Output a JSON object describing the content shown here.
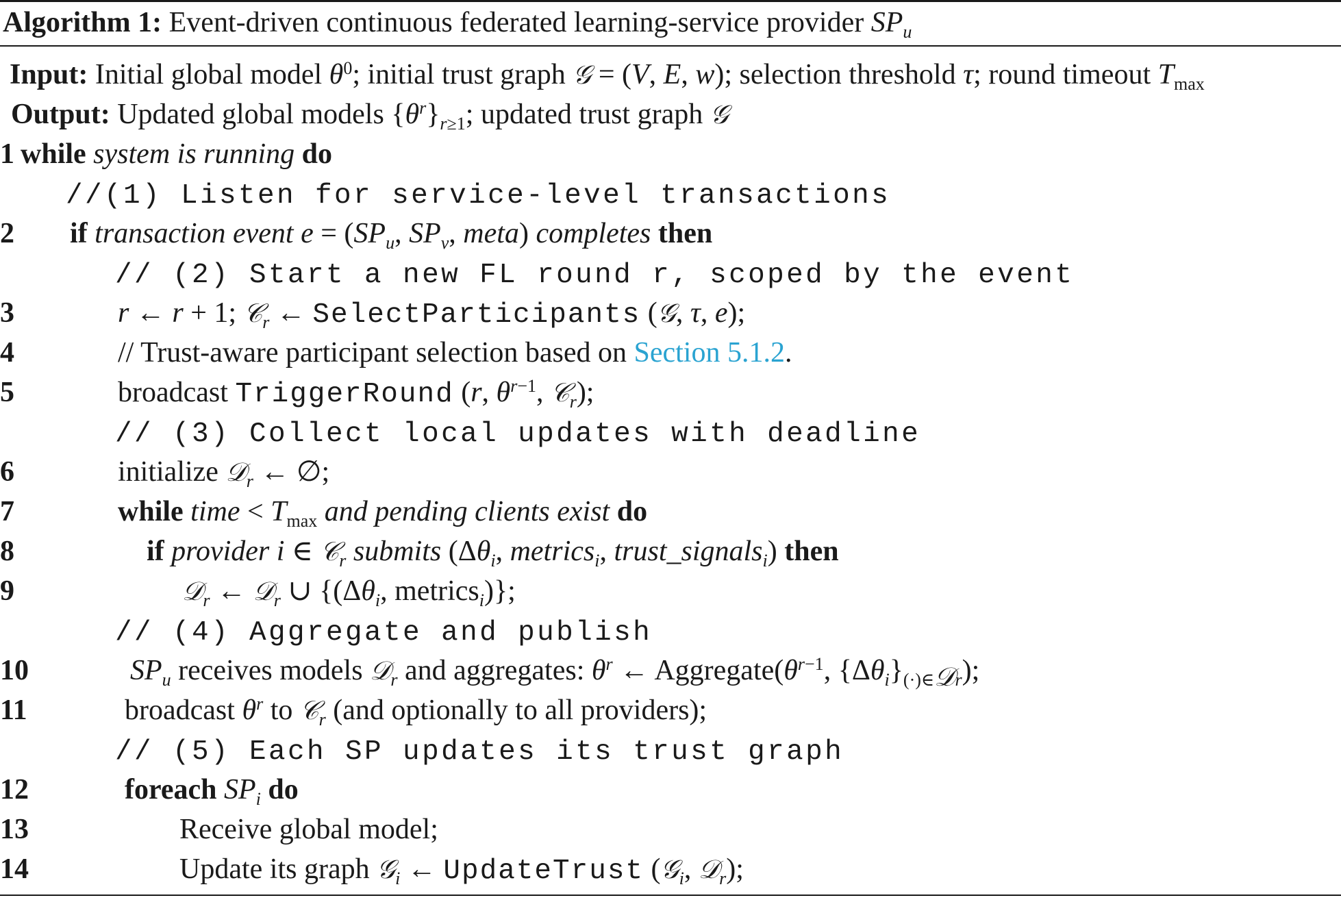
{
  "caption": {
    "label": "Algorithm 1:",
    "title": "Event-driven continuous federated learning-service provider ",
    "title_symbol": "SP",
    "title_symbol_sub": "u"
  },
  "io": {
    "input_label": "Input:",
    "input_text": "Initial global model θ⁰; initial trust graph 𝒢 = (V, E, w); selection threshold τ; round timeout Tmax",
    "output_label": "Output:",
    "output_text": "Updated global models {θʳ}r≥1; updated trust graph 𝒢"
  },
  "lines": [
    {
      "num": "1",
      "text": "while system is running do"
    },
    {
      "num": "",
      "text": "//(1) Listen for service-level transactions"
    },
    {
      "num": "2",
      "text": "if transaction event e = (SPu, SPv, meta) completes then"
    },
    {
      "num": "",
      "text": "// (2) Start a new FL round r, scoped by the event"
    },
    {
      "num": "3",
      "text": "r ← r + 1; Cr ← SelectParticipants (𝒢, τ, e);"
    },
    {
      "num": "4",
      "text": "// Trust-aware participant selection based on Section 5.1.2."
    },
    {
      "num": "5",
      "text": "broadcast TriggerRound (r, θ^(r−1), Cr);"
    },
    {
      "num": "",
      "text": "// (3) Collect local updates with deadline"
    },
    {
      "num": "6",
      "text": "initialize Dr ← ∅;"
    },
    {
      "num": "7",
      "text": "while time < Tmax and pending clients exist do"
    },
    {
      "num": "8",
      "text": "if provider i ∈ Cr submits (Δθi, metricsi, trust_signalsi) then"
    },
    {
      "num": "9",
      "text": "Dr ← Dr ∪ {(Δθi, metricsi)};"
    },
    {
      "num": "",
      "text": "// (4) Aggregate and publish"
    },
    {
      "num": "10",
      "text": "SPu receives models Dr and aggregates: θ^r ← Aggregate(θ^(r−1), {Δθi}(·)∈Dr);"
    },
    {
      "num": "11",
      "text": "broadcast θ^r to Cr (and optionally to all providers);"
    },
    {
      "num": "",
      "text": "// (5) Each SP updates its trust graph"
    },
    {
      "num": "12",
      "text": "foreach SPi do"
    },
    {
      "num": "13",
      "text": "Receive global model;"
    },
    {
      "num": "14",
      "text": "Update its graph 𝒢i ← UpdateTrust (𝒢i, Dr);"
    }
  ],
  "colors": {
    "text": "#1a1a1a",
    "link": "#2aa3d1"
  },
  "link_text": "Section  5.1.2"
}
